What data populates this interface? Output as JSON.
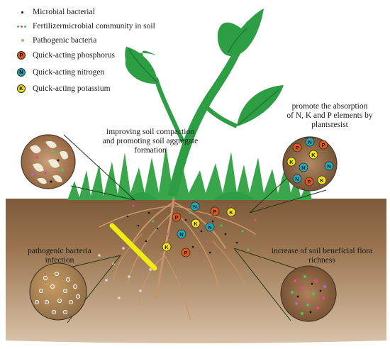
{
  "legend": {
    "items": [
      {
        "label": "Microbial bacterial",
        "symbol": "black-dot-icon"
      },
      {
        "label": "Fertilizermicrobial community in soil",
        "symbol": "colored-dots-icon"
      },
      {
        "label": "Pathogenic bacteria",
        "symbol": "gray-dot-icon"
      },
      {
        "label": "Quick-acting phosphorus",
        "symbol": "phosphorus-badge-icon",
        "badge": "P"
      },
      {
        "label": "Quick-acting nitrogen",
        "symbol": "nitrogen-badge-icon",
        "badge": "N"
      },
      {
        "label": "Quick-acting potassium",
        "symbol": "potassium-badge-icon",
        "badge": "K"
      }
    ]
  },
  "notes": {
    "soil_compaction": [
      "improving soil compaction",
      "and promoting soil aggregate",
      "formation"
    ],
    "absorption": [
      "promote the absorption",
      "of N, K and P elements by",
      "plantsresist"
    ],
    "pathogen": [
      "pathogenic bacteria",
      "infection"
    ],
    "flora": [
      "increase of soil beneficial flora",
      "richness"
    ]
  },
  "badge_letters": {
    "phosphorus": "P",
    "nitrogen": "N",
    "potassium": "K"
  },
  "colors": {
    "phosphorus": "#e0571e",
    "nitrogen": "#21a9b5",
    "potassium": "#f2e21a",
    "leaf": "#2e9e44",
    "leaf_dark": "#1f7a33",
    "grass": "#3aa64c",
    "soil": "#8a6440",
    "soil_light": "#b08a62",
    "root": "#c99468",
    "barrier": "#f3ec11",
    "pathogen_dot": "#bdbdbd"
  }
}
